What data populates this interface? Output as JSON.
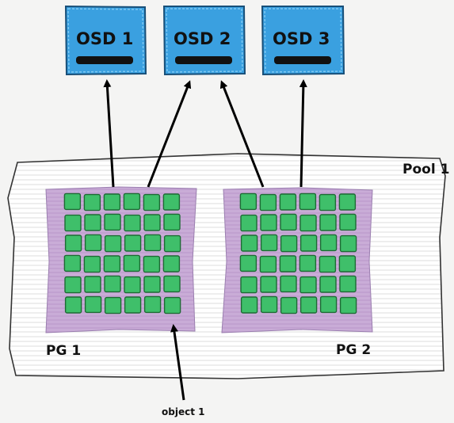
{
  "osds": [
    {
      "label": "OSD 1"
    },
    {
      "label": "OSD 2"
    },
    {
      "label": "OSD 3"
    }
  ],
  "pool": {
    "label": "Pool 1"
  },
  "pgs": [
    {
      "label": "PG 1",
      "rows": 6,
      "cols": 6
    },
    {
      "label": "PG 2",
      "rows": 6,
      "cols": 6
    }
  ],
  "object_label": "object 1",
  "colors": {
    "osd_fill": "#3ba0e0",
    "osd_stroke": "#1c5f8f",
    "osd_bar": "#111111",
    "pool_fill": "#ffffff",
    "pool_stripe": "#d9d9d9",
    "pg_fill": "#c8a9d6",
    "object_fill": "#3fbf6a",
    "object_stroke": "#1d6b34",
    "arrow": "#000000",
    "background": "#f4f4f3"
  }
}
